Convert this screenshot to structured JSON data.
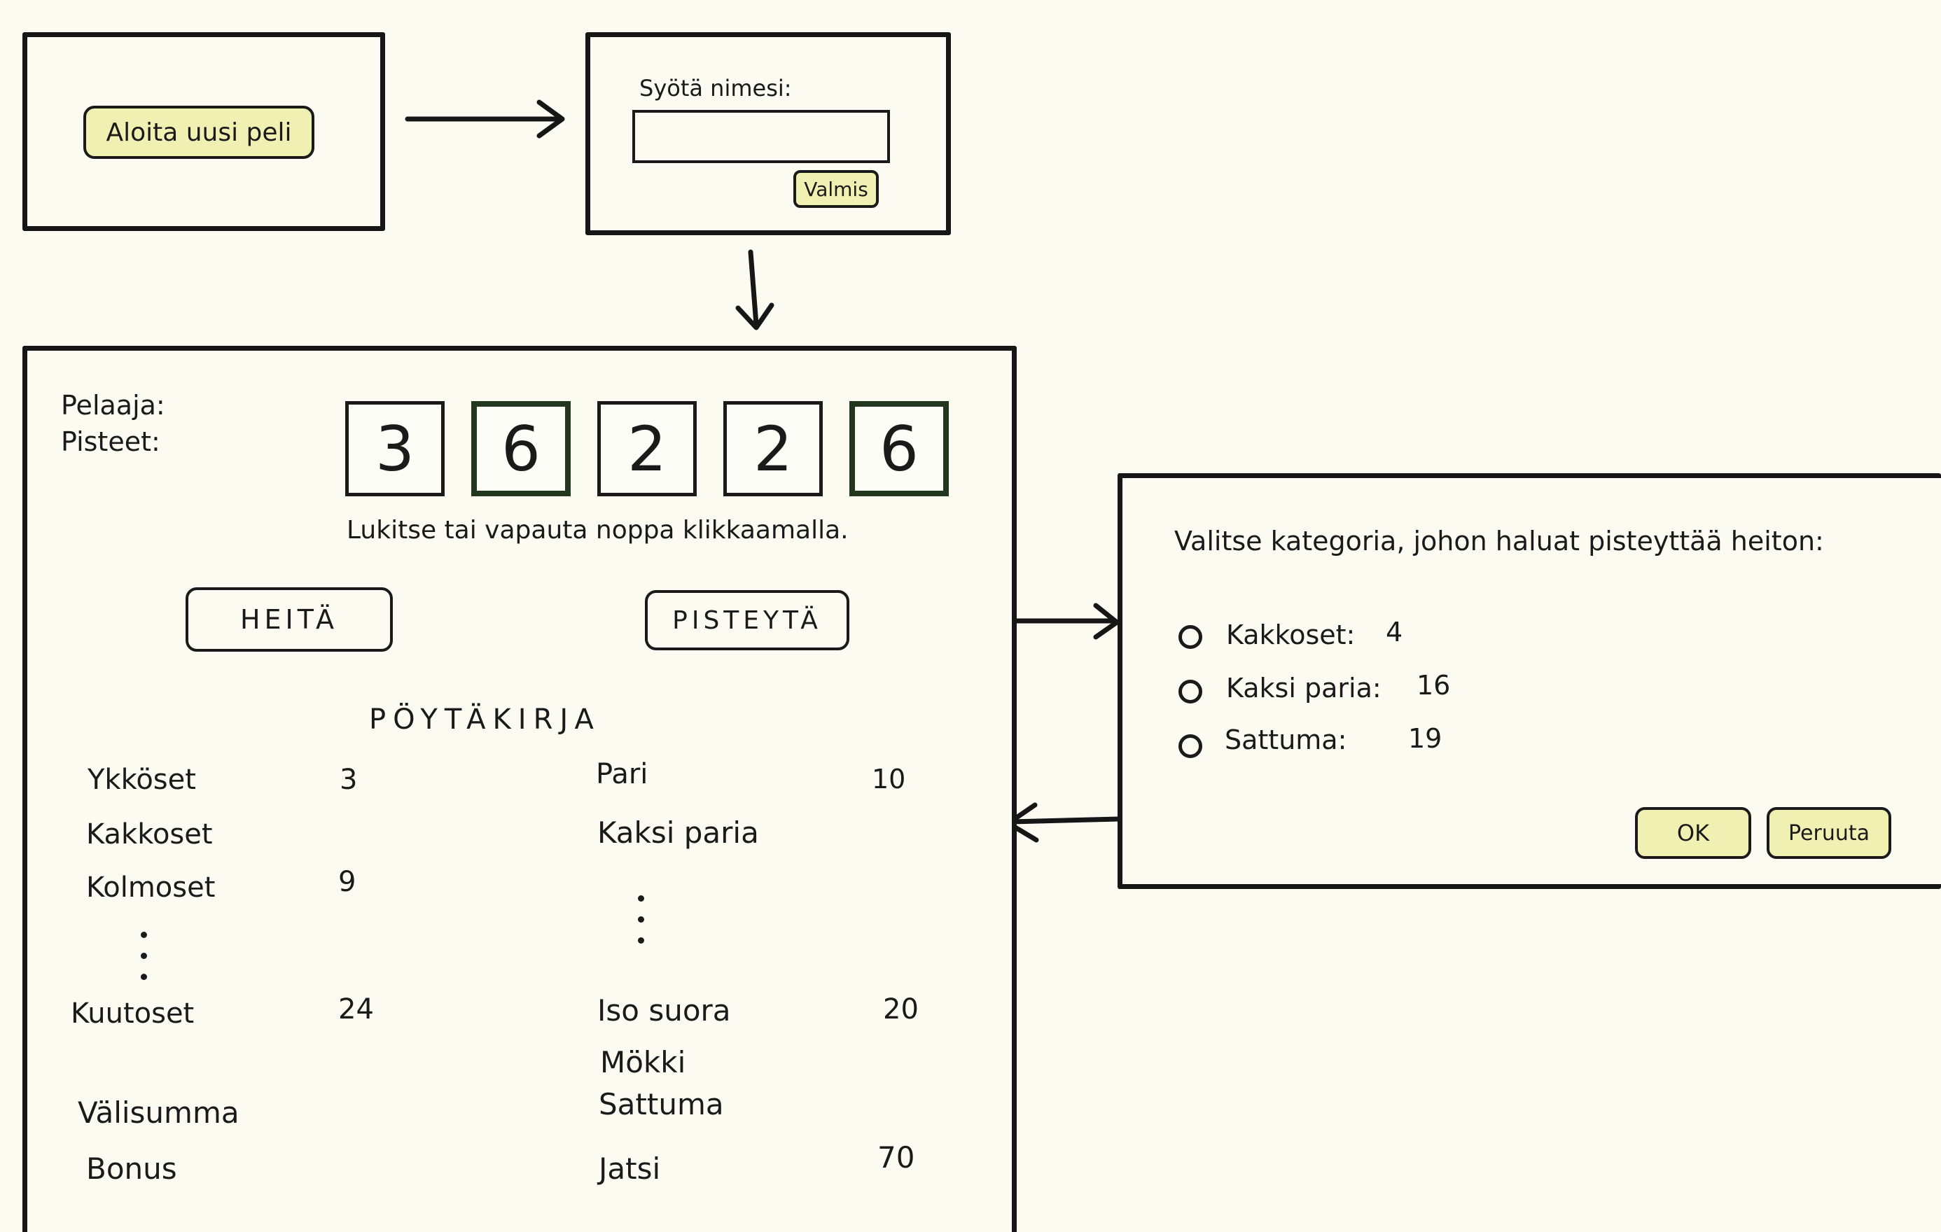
{
  "start_screen": {
    "new_game_button": "Aloita uusi peli"
  },
  "name_dialog": {
    "label": "Syötä nimesi:",
    "input_value": "",
    "ok_button": "Valmis"
  },
  "game": {
    "player_label": "Pelaaja:",
    "points_label": "Pisteet:",
    "dice": [
      {
        "value": "3",
        "locked": false
      },
      {
        "value": "6",
        "locked": true
      },
      {
        "value": "2",
        "locked": false
      },
      {
        "value": "2",
        "locked": false
      },
      {
        "value": "6",
        "locked": true
      }
    ],
    "hint": "Lukitse tai vapauta noppa klikkaamalla.",
    "roll_button": "HEITÄ",
    "score_button": "PISTEYTÄ",
    "scoresheet_title": "PÖYTÄKIRJA",
    "upper_section": [
      {
        "label": "Ykköset",
        "value": "3"
      },
      {
        "label": "Kakkoset",
        "value": ""
      },
      {
        "label": "Kolmoset",
        "value": "9"
      },
      {
        "label": "Kuutoset",
        "value": "24"
      },
      {
        "label": "Välisumma",
        "value": ""
      },
      {
        "label": "Bonus",
        "value": ""
      }
    ],
    "lower_section": [
      {
        "label": "Pari",
        "value": "10"
      },
      {
        "label": "Kaksi paria",
        "value": ""
      },
      {
        "label": "Iso suora",
        "value": "20"
      },
      {
        "label": "Mökki",
        "value": ""
      },
      {
        "label": "Sattuma",
        "value": ""
      },
      {
        "label": "Jatsi",
        "value": "70"
      }
    ]
  },
  "category_dialog": {
    "prompt": "Valitse kategoria, johon haluat pisteyttää heiton:",
    "options": [
      {
        "label": "Kakkoset:",
        "value": "4"
      },
      {
        "label": "Kaksi paria:",
        "value": "16"
      },
      {
        "label": "Sattuma:",
        "value": "19"
      }
    ],
    "ok_button": "OK",
    "cancel_button": "Peruuta"
  },
  "colors": {
    "paper": "#fbfbf1",
    "ink": "#161616",
    "button_highlight": "#f1f0b3",
    "locked_die_border": "#23371f"
  }
}
